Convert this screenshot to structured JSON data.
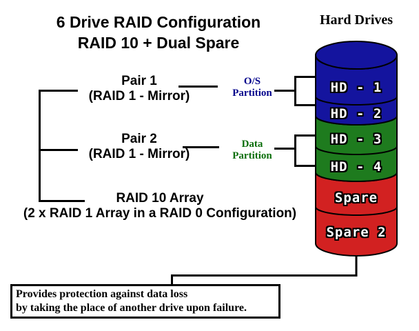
{
  "title": {
    "line1": "6 Drive RAID Configuration",
    "line2": "RAID 10 + Dual Spare"
  },
  "hard_drives_heading": "Hard Drives",
  "pair1": {
    "name": "Pair 1",
    "type": "(RAID 1 - Mirror)"
  },
  "pair2": {
    "name": "Pair 2",
    "type": "(RAID 1 - Mirror)"
  },
  "os_partition": {
    "line1": "O/S",
    "line2": "Partition"
  },
  "data_partition": {
    "line1": "Data",
    "line2": "Partition"
  },
  "raid_array": {
    "line1": "RAID 10 Array",
    "line2": "(2 x RAID 1 Array in a RAID 0 Configuration)"
  },
  "drives": [
    {
      "label": "HD - 1",
      "group": "os"
    },
    {
      "label": "HD - 2",
      "group": "os"
    },
    {
      "label": "HD - 3",
      "group": "data"
    },
    {
      "label": "HD - 4",
      "group": "data"
    },
    {
      "label": "Spare",
      "group": "spare"
    },
    {
      "label": "Spare 2",
      "group": "spare"
    }
  ],
  "note": {
    "line1": "Provides protection against data loss",
    "line2": "by taking the place of another drive upon failure."
  },
  "colors": {
    "os_blue": "#14149E",
    "data_green": "#1E7B1E",
    "spare_red": "#D22121",
    "os_text": "#00008B",
    "data_text": "#0B6E0B",
    "line_black": "#000000"
  }
}
